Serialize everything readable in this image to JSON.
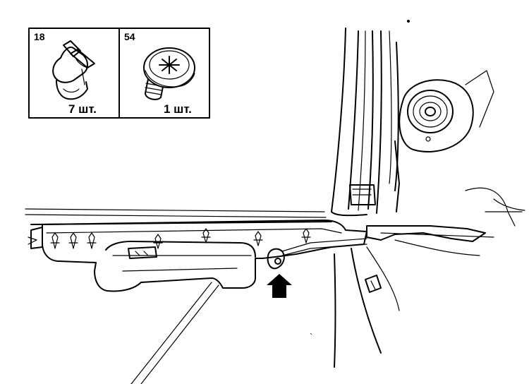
{
  "parts_legend": [
    {
      "number": "18",
      "quantity": "7 шт.",
      "icon": "plastic-clip-icon"
    },
    {
      "number": "54",
      "quantity": "1 шт.",
      "icon": "screw-icon"
    }
  ],
  "callout_arrow": {
    "icon": "up-arrow-icon"
  }
}
